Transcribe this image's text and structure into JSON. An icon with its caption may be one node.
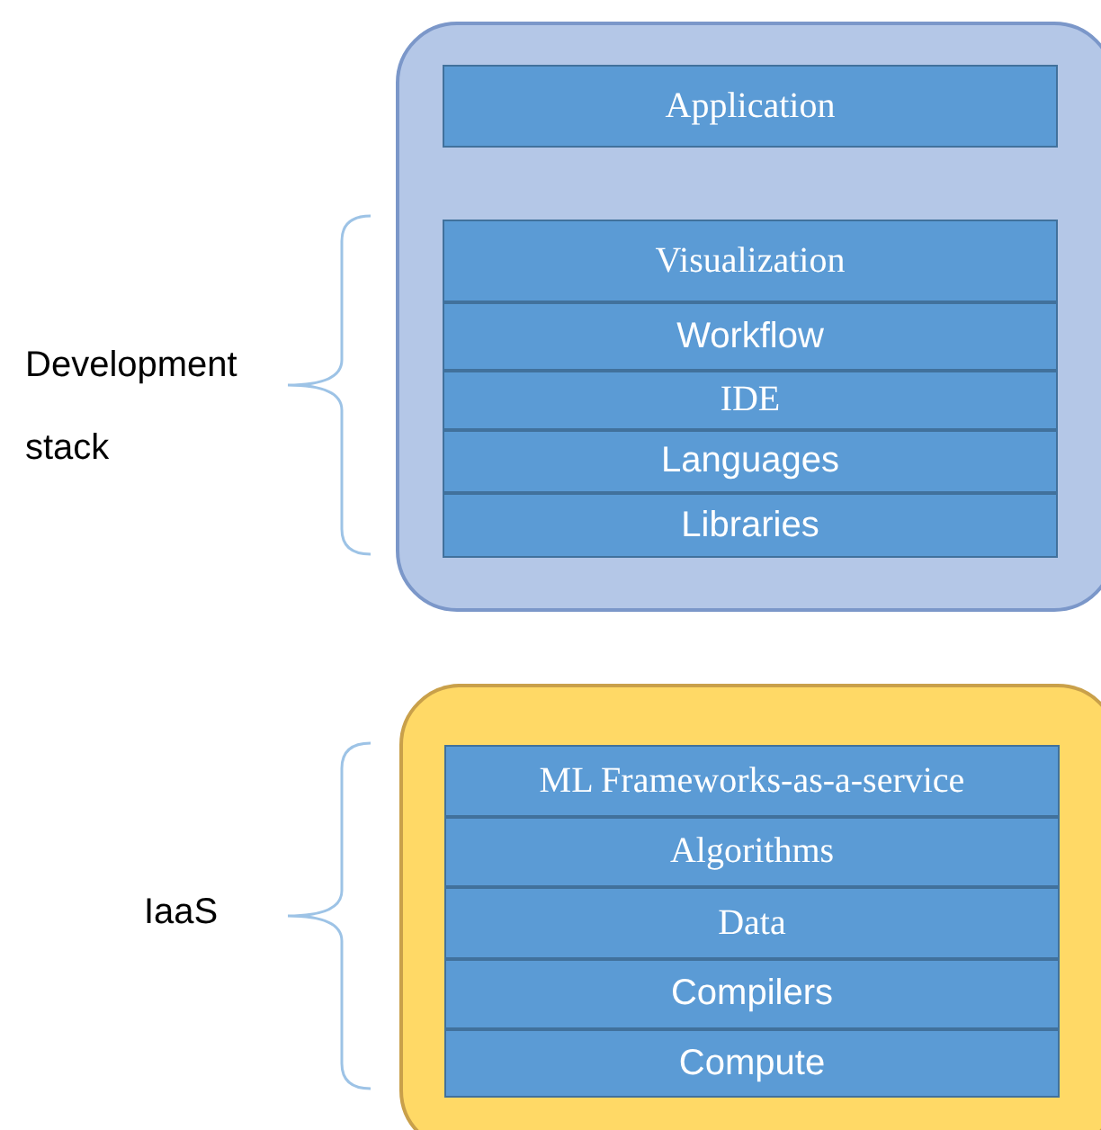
{
  "diagram": {
    "nodes": [
      {
        "text": [],
        "shape": "box"
      },
      {
        "text": [
          "Application"
        ],
        "in": 0
      },
      {
        "text": [
          "Visualization"
        ],
        "in": 0
      },
      {
        "text": [
          "Workflow"
        ],
        "in": 0
      },
      {
        "text": [
          "IDE"
        ],
        "in": 0
      },
      {
        "text": [
          "Languages"
        ],
        "in": 0
      },
      {
        "text": [
          "Libraries"
        ],
        "in": 0
      },
      {
        "text": [],
        "shape": "box"
      },
      {
        "text": [
          "ML Frameworks-as-a-service"
        ],
        "in": 7
      },
      {
        "text": [
          "Algorithms"
        ],
        "in": 7
      },
      {
        "text": [
          "Data"
        ],
        "in": 7
      },
      {
        "text": [
          "Compilers"
        ],
        "in": 7
      },
      {
        "text": [
          "Compute"
        ],
        "in": 7
      }
    ],
    "edges": [],
    "labels": [
      "Development stack",
      "IaaS"
    ]
  }
}
